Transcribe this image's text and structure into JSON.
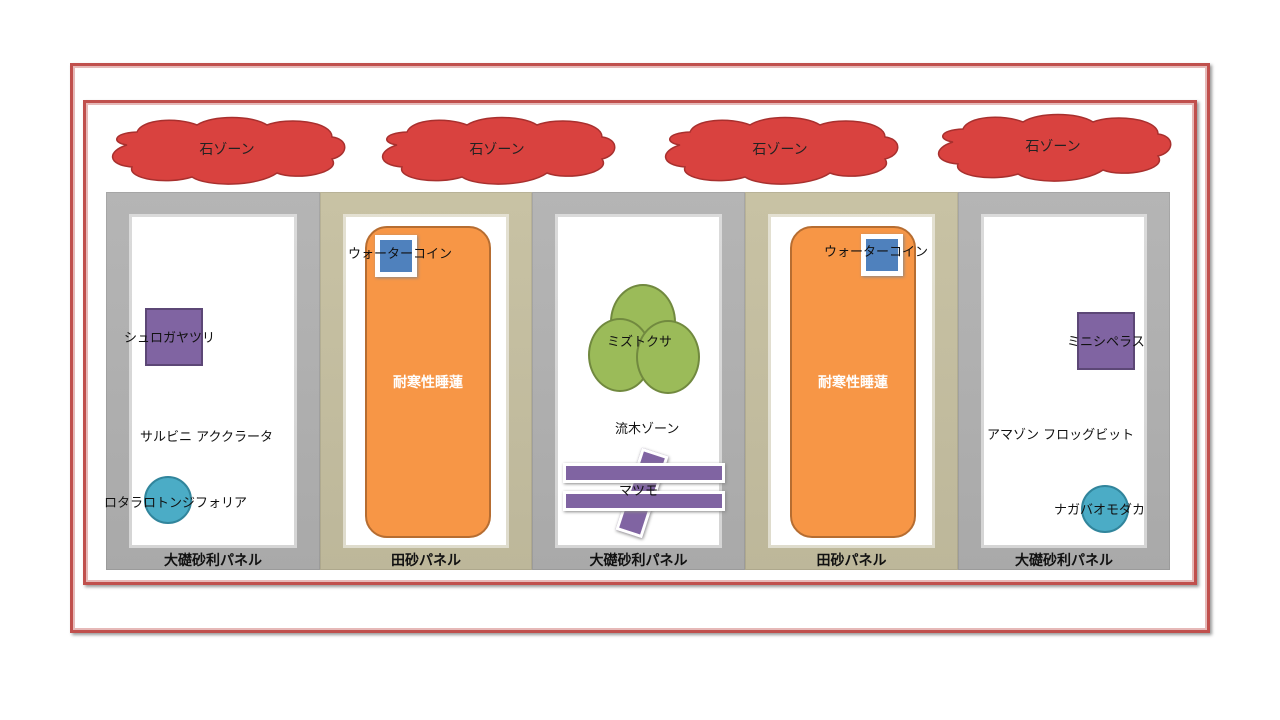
{
  "clouds": [
    "石ゾーン",
    "石ゾーン",
    "石ゾーン",
    "石ゾーン"
  ],
  "panels": [
    "大礎砂利パネル",
    "田砂パネル",
    "大礎砂利パネル",
    "田砂パネル",
    "大礎砂利パネル"
  ],
  "plants": {
    "shuro": "シュロガヤツリ",
    "salvinia": "サルビニ アククラータ",
    "rotala": "ロタラロトンジフォリア",
    "coin1": "ウォーターコイン",
    "lotus1": "耐寒性睡蓮",
    "mizutokusa": "ミズトクサ",
    "driftwood": "流木ゾーン",
    "matsumo": "マツモ",
    "coin2": "ウォーターコイン",
    "lotus2": "耐寒性睡蓮",
    "minicyperus": "ミニシペラス",
    "frogbit": "アマゾン フロッグビット",
    "medaka": "ナガバオモダカ"
  }
}
